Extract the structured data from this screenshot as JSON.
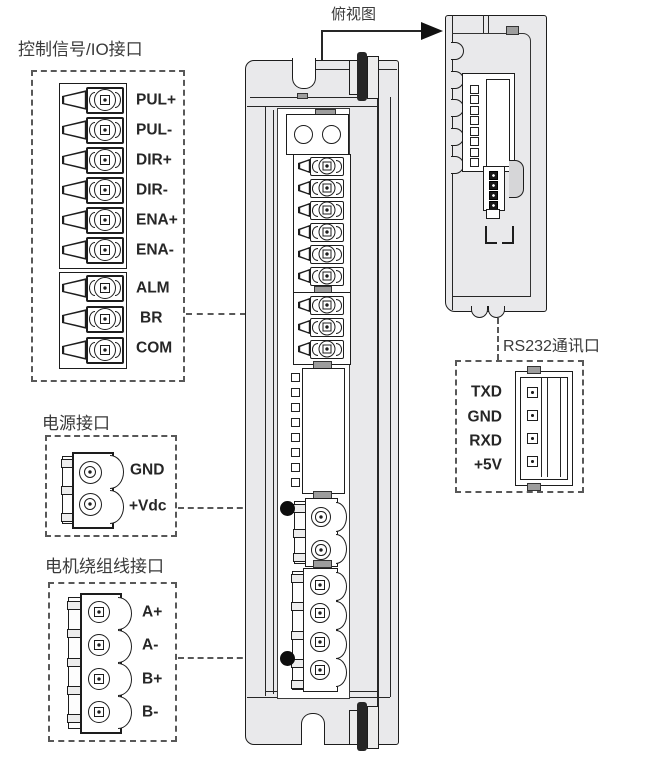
{
  "figure": {
    "top_view_label": "俯视图",
    "io_section": {
      "title": "控制信号/IO接口",
      "pins_group1": [
        "PUL+",
        "PUL-",
        "DIR+",
        "DIR-",
        "ENA+",
        "ENA-"
      ],
      "pins_group2": [
        "ALM",
        "BR",
        "COM"
      ]
    },
    "power_section": {
      "title": "电源接口",
      "pins": [
        "GND",
        "+Vdc"
      ]
    },
    "motor_section": {
      "title": "电机绕组线接口",
      "pins": [
        "A+",
        "A-",
        "B+",
        "B-"
      ]
    },
    "rs232_section": {
      "title": "RS232通讯口",
      "pins": [
        "TXD",
        "GND",
        "RXD",
        "+5V"
      ]
    },
    "colors": {
      "line": "#1d1d1d",
      "body_fill": "#e9e9eb",
      "dash": "#585858",
      "text": "#262626"
    }
  }
}
